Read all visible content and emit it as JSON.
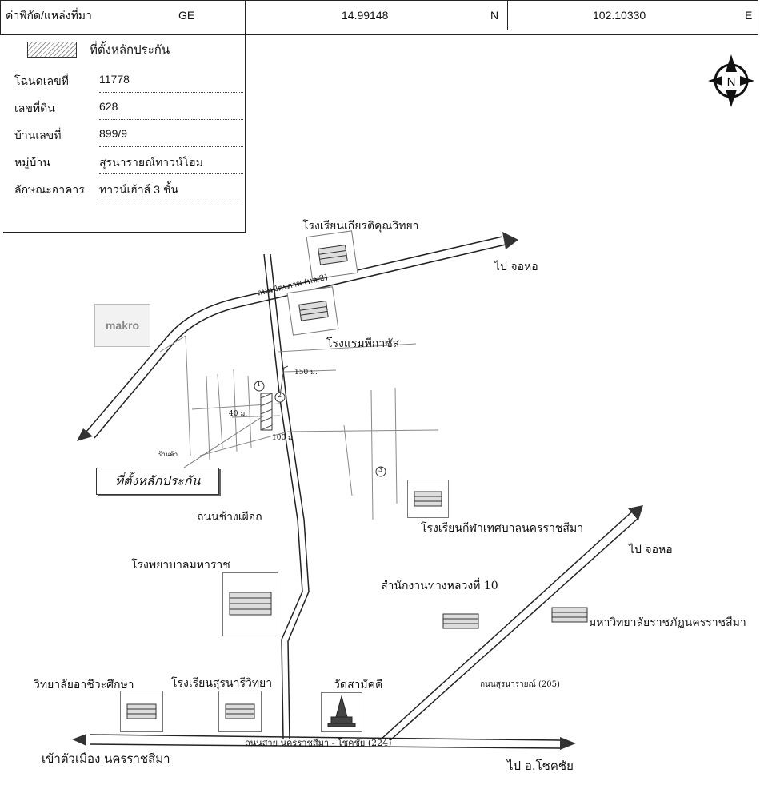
{
  "header": {
    "coord_label": "ค่าพิกัด/แหล่งที่มา",
    "source": "GE",
    "lat": "14.99148",
    "lat_dir": "N",
    "lon": "102.10330",
    "lon_dir": "E"
  },
  "info": {
    "legend_label": "ที่ตั้งหลักประกัน",
    "rows": [
      {
        "label": "โฉนดเลขที่",
        "value": "11778"
      },
      {
        "label": "เลขที่ดิน",
        "value": "628"
      },
      {
        "label": "บ้านเลขที่",
        "value": "899/9"
      },
      {
        "label": "หมู่บ้าน",
        "value": "สุรนารายณ์ทาวน์โฮม"
      },
      {
        "label": "ลักษณะอาคาร",
        "value": "ทาวน์เฮ้าส์ 3 ชั้น"
      }
    ]
  },
  "compass": {
    "letter": "N"
  },
  "map": {
    "pin_label": "ที่ตั้งหลักประกัน",
    "makro": "makro",
    "labels": {
      "school_kiat": "โรงเรียนเกียรติคุณวิทยา",
      "to_jorho_top": "ไป จอหอ",
      "road_mittraphap": "ถนนมิตรภาพ (ทล.2)",
      "hotel": "โรงแรมพีกาซัส",
      "dist_150": "150 ม.",
      "dist_40": "40 ม.",
      "dist_100": "100 ม.",
      "marker1": "1",
      "marker2": "2",
      "marker3": "3",
      "small_road": "ร้านค้า",
      "road_changpuak": "ถนนช้างเผือก",
      "school_sport": "โรงเรียนกีฬาเทศบาลนครราชสีมา",
      "to_jorho_mid": "ไป จอหอ",
      "hospital": "โรงพยาบาลมหาราช",
      "highway_office": "สำนักงานทางหลวงที่ 10",
      "rajabhat": "มหาวิทยาลัยราชภัฏนครราชสีมา",
      "vocational": "วิทยาลัยอาชีวะศึกษา",
      "school_surnari": "โรงเรียนสุรนารีวิทยา",
      "wat": "วัดสามัคคี",
      "road_surnarai": "ถนนสุรนารายณ์ (205)",
      "road_chokchai": "ถนนสาย นครราชสีมา - โชคชัย (224)",
      "to_city": "เข้าตัวเมือง นครราชสีมา",
      "to_chokchai": "ไป อ.โชคชัย"
    }
  }
}
